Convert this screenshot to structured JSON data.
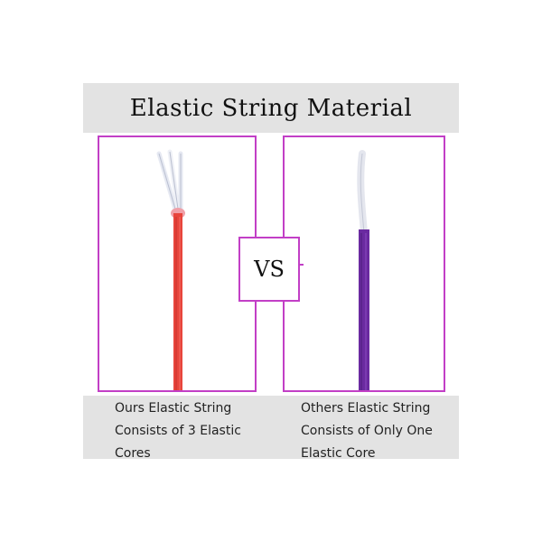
{
  "title": "Elastic String Material",
  "vs_label": "VS",
  "left_caption": {
    "lines": [
      "Ours Elastic String",
      "Consists of 3 Elastic",
      "Cores"
    ]
  },
  "right_caption": {
    "lines": [
      "Others Elastic String",
      "Consists of Only One",
      "Elastic Core"
    ]
  },
  "colors": {
    "frame": "#c23fc6",
    "header_bg": "#e3e3e3",
    "left_string": "#e8453c",
    "right_string": "#6a2aa0"
  }
}
